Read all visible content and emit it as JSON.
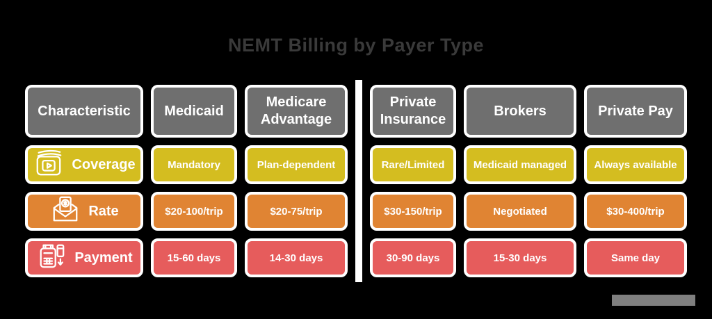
{
  "title": "NEMT Billing by Payer Type",
  "chart_data": {
    "type": "table",
    "title": "NEMT Billing by Payer Type",
    "columns": [
      "Characteristic",
      "Medicaid",
      "Medicare Advantage",
      "Private Insurance",
      "Brokers",
      "Private Pay"
    ],
    "rows": [
      {
        "label": "Coverage",
        "icon": "media-book-icon",
        "fill": "#d4bd20",
        "values": [
          "Mandatory",
          "Plan-dependent",
          "Rare/Limited",
          "Medicaid managed",
          "Always available"
        ]
      },
      {
        "label": "Rate",
        "icon": "money-envelope-icon",
        "fill": "#e08433",
        "values": [
          "$20-100/trip",
          "$20-75/trip",
          "$30-150/trip",
          "Negotiated",
          "$30-400/trip"
        ]
      },
      {
        "label": "Payment",
        "icon": "payment-terminal-icon",
        "fill": "#e65c5c",
        "values": [
          "15-60 days",
          "14-30 days",
          "30-90 days",
          "15-30 days",
          "Same day"
        ]
      }
    ],
    "layout": {
      "divider_between_columns": [
        3,
        4
      ],
      "legend": "none",
      "grid": "off"
    }
  },
  "colors": {
    "background": "#000000",
    "title_text": "#3a3a3a",
    "header_fill": "#6f6f6f",
    "coverage_fill": "#d4bd20",
    "rate_fill": "#e08433",
    "payment_fill": "#e65c5c",
    "cell_border": "#ffffff",
    "cell_text": "#ffffff",
    "divider": "#ffffff",
    "watermark_fill": "#7f7f7f"
  }
}
